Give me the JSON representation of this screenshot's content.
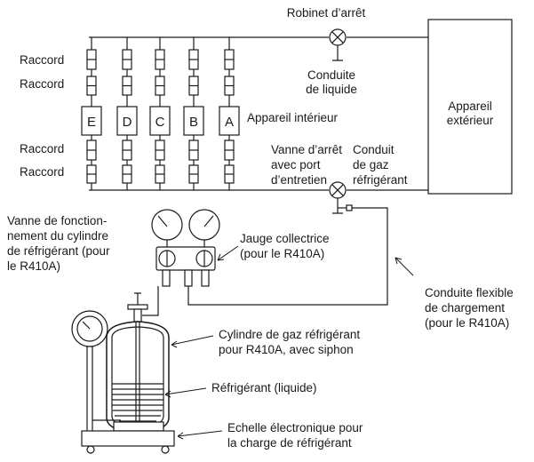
{
  "labels": {
    "stop_valve": "Robinet d’arrêt",
    "raccord_1": "Raccord",
    "raccord_2": "Raccord",
    "raccord_3": "Raccord",
    "raccord_4": "Raccord",
    "liquid_line": [
      "Conduite",
      "de liquide"
    ],
    "outdoor_unit": [
      "Appareil",
      "extérieur"
    ],
    "indoor_unit": "Appareil intérieur",
    "service_valve": [
      "Vanne d’arrêt",
      "avec port",
      "d’entretien"
    ],
    "gas_line": [
      "Conduit",
      "de gaz",
      "réfrigérant"
    ],
    "cylinder_valve": [
      "Vanne de fonction-",
      "nement du cylindre",
      "de réfrigérant (pour",
      "le R410A)"
    ],
    "gauge_manifold": [
      "Jauge collectrice",
      "(pour le R410A)"
    ],
    "charge_hose": [
      "Conduite flexible",
      "de chargement",
      "(pour le R410A)"
    ],
    "cylinder": [
      "Cylindre de gaz réfrigérant",
      "pour R410A, avec siphon"
    ],
    "refrigerant_liquid": "Réfrigérant (liquide)",
    "scale": [
      "Echelle électronique pour",
      "la charge de réfrigérant"
    ]
  },
  "indoor_units": [
    "E",
    "D",
    "C",
    "B",
    "A"
  ]
}
